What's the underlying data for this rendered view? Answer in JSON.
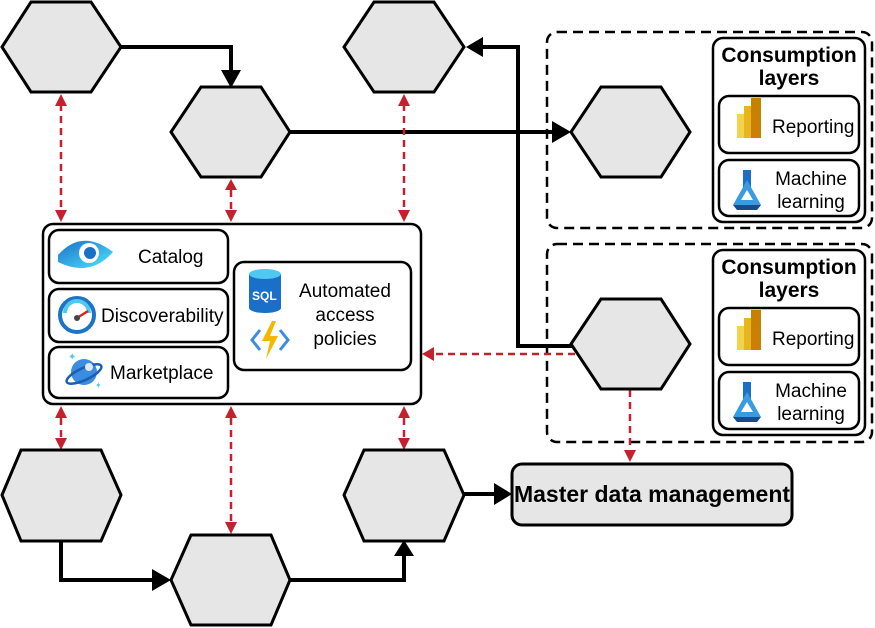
{
  "governance_box": {
    "catalog": {
      "label": "Catalog",
      "icon": "eye-icon"
    },
    "discoverability": {
      "label": "Discoverability",
      "icon": "gauge-icon"
    },
    "marketplace": {
      "label": "Marketplace",
      "icon": "planet-icon"
    },
    "policies": {
      "line1": "Automated",
      "line2": "access",
      "line3": "policies",
      "icons": [
        "sql-database-icon",
        "azure-function-icon"
      ],
      "sql_text": "SQL"
    }
  },
  "consumption_top": {
    "title_line1": "Consumption",
    "title_line2": "layers",
    "reporting": "Reporting",
    "ml_line1": "Machine",
    "ml_line2": "learning"
  },
  "consumption_bottom": {
    "title_line1": "Consumption",
    "title_line2": "layers",
    "reporting": "Reporting",
    "ml_line1": "Machine",
    "ml_line2": "learning"
  },
  "master_data": {
    "label": "Master data management"
  },
  "colors": {
    "hex_fill": "#e6e6e6",
    "governance_link": "#c4212f",
    "flow": "#000000"
  }
}
